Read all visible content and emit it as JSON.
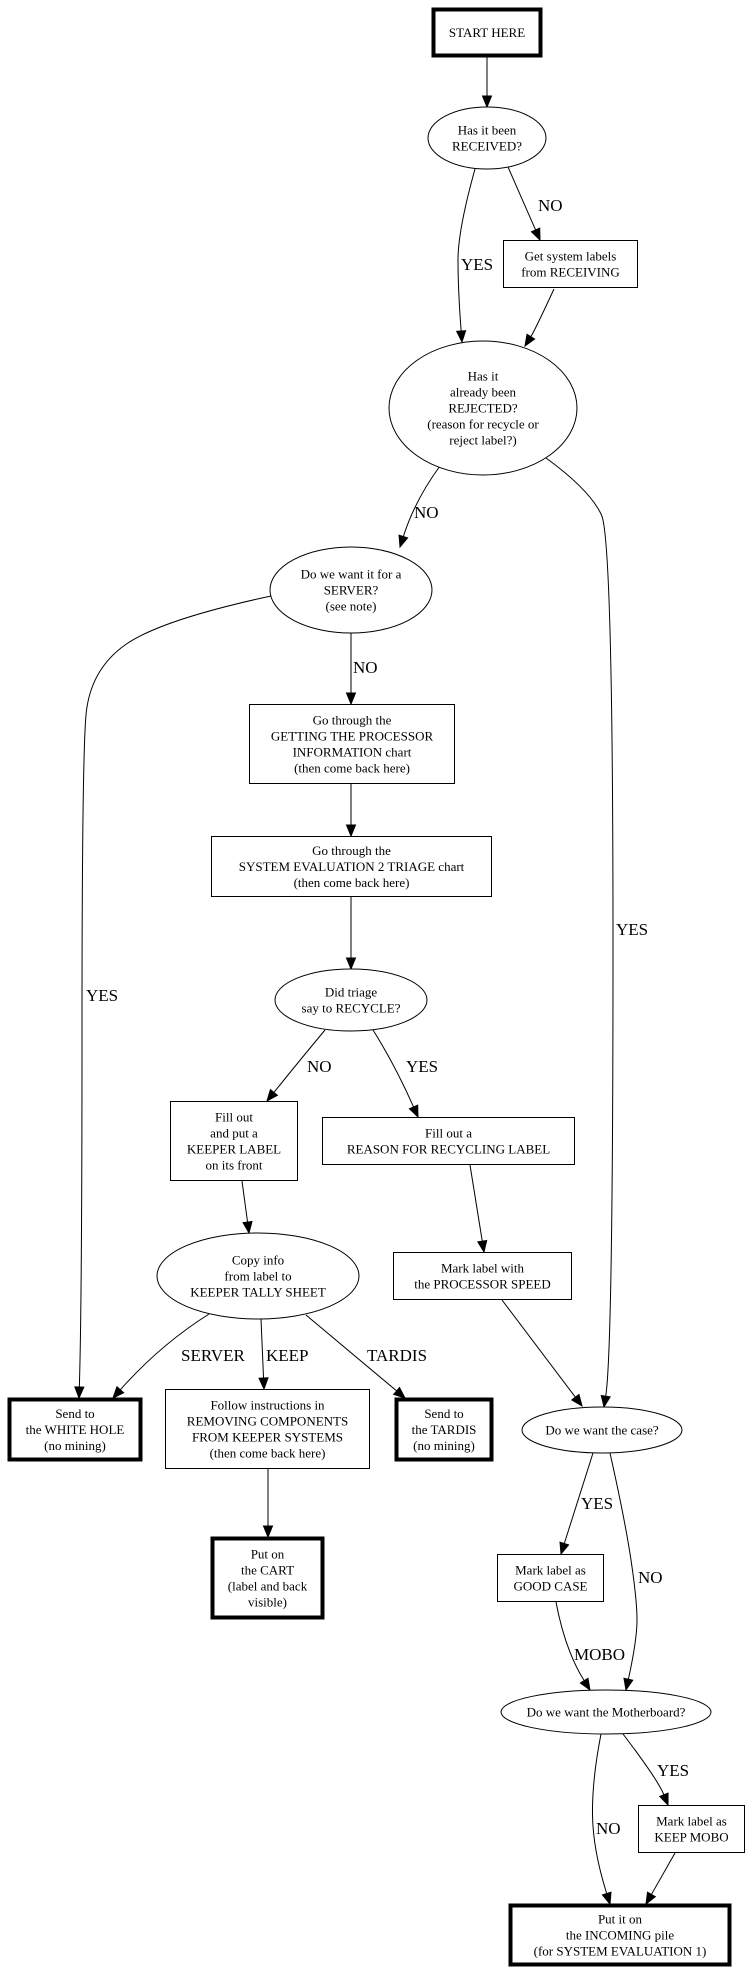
{
  "diagram": {
    "type": "flowchart",
    "nodes": {
      "start": {
        "shape": "box-bold",
        "lines": [
          "START HERE"
        ]
      },
      "received": {
        "shape": "ellipse",
        "lines": [
          "Has it been",
          "RECEIVED?"
        ]
      },
      "get_labels": {
        "shape": "box",
        "lines": [
          "Get system labels",
          "from RECEIVING"
        ]
      },
      "rejected": {
        "shape": "ellipse",
        "lines": [
          "Has it",
          "already been",
          "REJECTED?",
          "(reason for recycle or",
          "reject label?)"
        ]
      },
      "server": {
        "shape": "ellipse",
        "lines": [
          "Do we want it for a",
          "SERVER?",
          "(see note)"
        ]
      },
      "processor_info": {
        "shape": "box",
        "lines": [
          "Go through the",
          "GETTING THE PROCESSOR",
          "INFORMATION chart",
          "(then come back here)"
        ]
      },
      "triage": {
        "shape": "box",
        "lines": [
          "Go through the",
          "SYSTEM EVALUATION 2 TRIAGE chart",
          "(then come back here)"
        ]
      },
      "recycle_q": {
        "shape": "ellipse",
        "lines": [
          "Did triage",
          "say to RECYCLE?"
        ]
      },
      "keeper_label": {
        "shape": "box",
        "lines": [
          "Fill out",
          "and put a",
          "KEEPER LABEL",
          "on its front"
        ]
      },
      "recycling_label": {
        "shape": "box",
        "lines": [
          "Fill out a",
          "REASON FOR RECYCLING LABEL"
        ]
      },
      "tally": {
        "shape": "ellipse",
        "lines": [
          "Copy info",
          "from label to",
          "KEEPER TALLY SHEET"
        ]
      },
      "processor_speed": {
        "shape": "box",
        "lines": [
          "Mark label with",
          "the PROCESSOR SPEED"
        ]
      },
      "white_hole": {
        "shape": "box-bold",
        "lines": [
          "Send to",
          "the WHITE HOLE",
          "(no mining)"
        ]
      },
      "removing": {
        "shape": "box",
        "lines": [
          "Follow instructions in",
          "REMOVING COMPONENTS",
          "FROM KEEPER SYSTEMS",
          "(then come back here)"
        ]
      },
      "tardis": {
        "shape": "box-bold",
        "lines": [
          "Send to",
          "the TARDIS",
          "(no mining)"
        ]
      },
      "cart": {
        "shape": "box-bold",
        "lines": [
          "Put on",
          "the CART",
          "(label and back",
          "visible)"
        ]
      },
      "case_q": {
        "shape": "ellipse",
        "lines": [
          "Do we want the case?"
        ]
      },
      "good_case": {
        "shape": "box",
        "lines": [
          "Mark label as",
          "GOOD CASE"
        ]
      },
      "mobo_q": {
        "shape": "ellipse",
        "lines": [
          "Do we want the Motherboard?"
        ]
      },
      "keep_mobo": {
        "shape": "box",
        "lines": [
          "Mark label as",
          "KEEP MOBO"
        ]
      },
      "incoming": {
        "shape": "box-bold",
        "lines": [
          "Put it on",
          "the INCOMING pile",
          "(for SYSTEM EVALUATION 1)"
        ]
      }
    },
    "edges": [
      {
        "from": "start",
        "to": "received",
        "label": ""
      },
      {
        "from": "received",
        "to": "rejected",
        "label": "YES"
      },
      {
        "from": "received",
        "to": "get_labels",
        "label": "NO"
      },
      {
        "from": "get_labels",
        "to": "rejected",
        "label": ""
      },
      {
        "from": "rejected",
        "to": "server",
        "label": "NO"
      },
      {
        "from": "rejected",
        "to": "case_q",
        "label": "YES"
      },
      {
        "from": "server",
        "to": "white_hole",
        "label": "YES"
      },
      {
        "from": "server",
        "to": "processor_info",
        "label": "NO"
      },
      {
        "from": "processor_info",
        "to": "triage",
        "label": ""
      },
      {
        "from": "triage",
        "to": "recycle_q",
        "label": ""
      },
      {
        "from": "recycle_q",
        "to": "keeper_label",
        "label": "NO"
      },
      {
        "from": "recycle_q",
        "to": "recycling_label",
        "label": "YES"
      },
      {
        "from": "keeper_label",
        "to": "tally",
        "label": ""
      },
      {
        "from": "recycling_label",
        "to": "processor_speed",
        "label": ""
      },
      {
        "from": "tally",
        "to": "white_hole",
        "label": "SERVER"
      },
      {
        "from": "tally",
        "to": "removing",
        "label": "KEEP"
      },
      {
        "from": "tally",
        "to": "tardis",
        "label": "TARDIS"
      },
      {
        "from": "removing",
        "to": "cart",
        "label": ""
      },
      {
        "from": "processor_speed",
        "to": "case_q",
        "label": ""
      },
      {
        "from": "case_q",
        "to": "good_case",
        "label": "YES"
      },
      {
        "from": "case_q",
        "to": "mobo_q",
        "label": "NO"
      },
      {
        "from": "good_case",
        "to": "mobo_q",
        "label": "MOBO"
      },
      {
        "from": "mobo_q",
        "to": "keep_mobo",
        "label": "YES"
      },
      {
        "from": "mobo_q",
        "to": "incoming",
        "label": "NO"
      },
      {
        "from": "keep_mobo",
        "to": "incoming",
        "label": ""
      }
    ]
  }
}
